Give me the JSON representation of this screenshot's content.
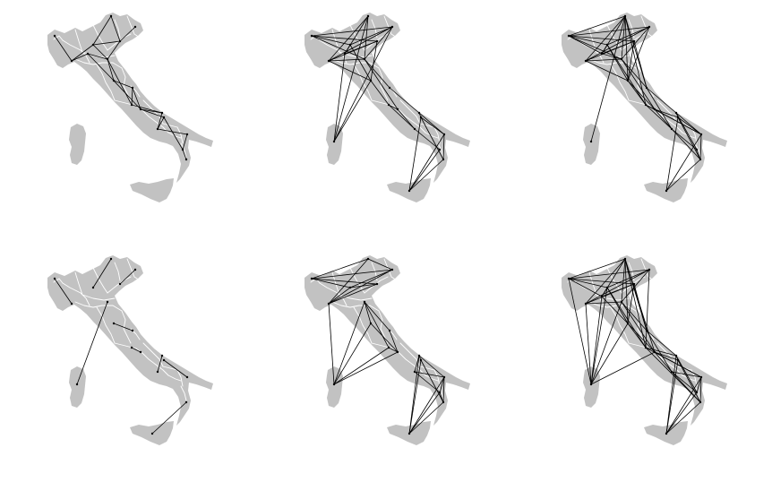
{
  "figure": {
    "background": "#ffffff",
    "map_fill": "#c2c2c2",
    "border_color": "#ffffff",
    "edge_color": "#000000",
    "layout": {
      "rows": 2,
      "cols": 3
    }
  },
  "chart_data": {
    "type": "network-map",
    "description_visible": false,
    "region_nodes": [
      "valle-d-aosta",
      "piemonte",
      "lombardia",
      "trentino-alto-adige",
      "veneto",
      "friuli-venezia-giulia",
      "liguria",
      "emilia-romagna",
      "toscana",
      "umbria",
      "marche",
      "lazio",
      "abruzzo",
      "molise",
      "campania",
      "puglia",
      "basilicata",
      "calabria",
      "sicilia",
      "sardegna"
    ],
    "panels": [
      {
        "row": 1,
        "col": 1,
        "edges": [
          [
            "valle-d-aosta",
            "piemonte"
          ],
          [
            "piemonte",
            "lombardia"
          ],
          [
            "piemonte",
            "liguria"
          ],
          [
            "lombardia",
            "trentino-alto-adige"
          ],
          [
            "lombardia",
            "veneto"
          ],
          [
            "lombardia",
            "emilia-romagna"
          ],
          [
            "trentino-alto-adige",
            "veneto"
          ],
          [
            "veneto",
            "friuli-venezia-giulia"
          ],
          [
            "veneto",
            "emilia-romagna"
          ],
          [
            "liguria",
            "emilia-romagna"
          ],
          [
            "liguria",
            "toscana"
          ],
          [
            "emilia-romagna",
            "toscana"
          ],
          [
            "emilia-romagna",
            "marche"
          ],
          [
            "toscana",
            "umbria"
          ],
          [
            "toscana",
            "lazio"
          ],
          [
            "umbria",
            "marche"
          ],
          [
            "umbria",
            "lazio"
          ],
          [
            "marche",
            "abruzzo"
          ],
          [
            "lazio",
            "abruzzo"
          ],
          [
            "lazio",
            "campania"
          ],
          [
            "abruzzo",
            "molise"
          ],
          [
            "molise",
            "campania"
          ],
          [
            "molise",
            "puglia"
          ],
          [
            "campania",
            "basilicata"
          ],
          [
            "puglia",
            "basilicata"
          ],
          [
            "basilicata",
            "calabria"
          ]
        ]
      },
      {
        "row": 1,
        "col": 2,
        "edges": [
          [
            "valle-d-aosta",
            "lombardia"
          ],
          [
            "valle-d-aosta",
            "veneto"
          ],
          [
            "valle-d-aosta",
            "friuli-venezia-giulia"
          ],
          [
            "valle-d-aosta",
            "emilia-romagna"
          ],
          [
            "piemonte",
            "trentino-alto-adige"
          ],
          [
            "piemonte",
            "veneto"
          ],
          [
            "piemonte",
            "friuli-venezia-giulia"
          ],
          [
            "piemonte",
            "emilia-romagna"
          ],
          [
            "piemonte",
            "toscana"
          ],
          [
            "lombardia",
            "friuli-venezia-giulia"
          ],
          [
            "lombardia",
            "liguria"
          ],
          [
            "lombardia",
            "toscana"
          ],
          [
            "trentino-alto-adige",
            "liguria"
          ],
          [
            "trentino-alto-adige",
            "emilia-romagna"
          ],
          [
            "trentino-alto-adige",
            "sardegna"
          ],
          [
            "veneto",
            "liguria"
          ],
          [
            "veneto",
            "toscana"
          ],
          [
            "friuli-venezia-giulia",
            "emilia-romagna"
          ],
          [
            "friuli-venezia-giulia",
            "sardegna"
          ],
          [
            "liguria",
            "sardegna"
          ],
          [
            "emilia-romagna",
            "umbria"
          ],
          [
            "emilia-romagna",
            "lazio"
          ],
          [
            "toscana",
            "marche"
          ],
          [
            "toscana",
            "sardegna"
          ],
          [
            "umbria",
            "abruzzo"
          ],
          [
            "marche",
            "lazio"
          ],
          [
            "marche",
            "molise"
          ],
          [
            "lazio",
            "molise"
          ],
          [
            "abruzzo",
            "campania"
          ],
          [
            "abruzzo",
            "puglia"
          ],
          [
            "molise",
            "basilicata"
          ],
          [
            "campania",
            "puglia"
          ],
          [
            "campania",
            "calabria"
          ],
          [
            "campania",
            "sicilia"
          ],
          [
            "puglia",
            "calabria"
          ],
          [
            "puglia",
            "sicilia"
          ],
          [
            "basilicata",
            "sicilia"
          ],
          [
            "calabria",
            "sicilia"
          ]
        ]
      },
      {
        "row": 1,
        "col": 3,
        "edges": [
          [
            "valle-d-aosta",
            "lombardia"
          ],
          [
            "valle-d-aosta",
            "trentino-alto-adige"
          ],
          [
            "valle-d-aosta",
            "veneto"
          ],
          [
            "valle-d-aosta",
            "friuli-venezia-giulia"
          ],
          [
            "valle-d-aosta",
            "liguria"
          ],
          [
            "valle-d-aosta",
            "emilia-romagna"
          ],
          [
            "piemonte",
            "trentino-alto-adige"
          ],
          [
            "piemonte",
            "veneto"
          ],
          [
            "piemonte",
            "friuli-venezia-giulia"
          ],
          [
            "piemonte",
            "emilia-romagna"
          ],
          [
            "piemonte",
            "toscana"
          ],
          [
            "lombardia",
            "friuli-venezia-giulia"
          ],
          [
            "lombardia",
            "liguria"
          ],
          [
            "lombardia",
            "toscana"
          ],
          [
            "lombardia",
            "marche"
          ],
          [
            "trentino-alto-adige",
            "liguria"
          ],
          [
            "trentino-alto-adige",
            "emilia-romagna"
          ],
          [
            "trentino-alto-adige",
            "toscana"
          ],
          [
            "trentino-alto-adige",
            "umbria"
          ],
          [
            "trentino-alto-adige",
            "marche"
          ],
          [
            "trentino-alto-adige",
            "sardegna"
          ],
          [
            "veneto",
            "liguria"
          ],
          [
            "veneto",
            "toscana"
          ],
          [
            "veneto",
            "umbria"
          ],
          [
            "friuli-venezia-giulia",
            "emilia-romagna"
          ],
          [
            "friuli-venezia-giulia",
            "toscana"
          ],
          [
            "liguria",
            "emilia-romagna"
          ],
          [
            "emilia-romagna",
            "umbria"
          ],
          [
            "emilia-romagna",
            "lazio"
          ],
          [
            "toscana",
            "marche"
          ],
          [
            "toscana",
            "lazio"
          ],
          [
            "umbria",
            "abruzzo"
          ],
          [
            "umbria",
            "molise"
          ],
          [
            "marche",
            "lazio"
          ],
          [
            "marche",
            "molise"
          ],
          [
            "marche",
            "puglia"
          ],
          [
            "lazio",
            "molise"
          ],
          [
            "lazio",
            "campania"
          ],
          [
            "lazio",
            "puglia"
          ],
          [
            "abruzzo",
            "campania"
          ],
          [
            "abruzzo",
            "puglia"
          ],
          [
            "abruzzo",
            "basilicata"
          ],
          [
            "molise",
            "basilicata"
          ],
          [
            "molise",
            "calabria"
          ],
          [
            "campania",
            "puglia"
          ],
          [
            "campania",
            "calabria"
          ],
          [
            "campania",
            "sicilia"
          ],
          [
            "puglia",
            "calabria"
          ],
          [
            "puglia",
            "sicilia"
          ],
          [
            "basilicata",
            "calabria"
          ],
          [
            "calabria",
            "sicilia"
          ]
        ]
      },
      {
        "row": 2,
        "col": 1,
        "edges": [
          [
            "valle-d-aosta",
            "piemonte"
          ],
          [
            "lombardia",
            "trentino-alto-adige"
          ],
          [
            "veneto",
            "friuli-venezia-giulia"
          ],
          [
            "emilia-romagna",
            "sardegna"
          ],
          [
            "toscana",
            "umbria"
          ],
          [
            "marche",
            "lazio"
          ],
          [
            "abruzzo",
            "molise"
          ],
          [
            "puglia",
            "campania"
          ],
          [
            "calabria",
            "sicilia"
          ]
        ]
      },
      {
        "row": 2,
        "col": 2,
        "edges": [
          [
            "valle-d-aosta",
            "lombardia"
          ],
          [
            "valle-d-aosta",
            "trentino-alto-adige"
          ],
          [
            "valle-d-aosta",
            "veneto"
          ],
          [
            "valle-d-aosta",
            "friuli-venezia-giulia"
          ],
          [
            "piemonte",
            "lombardia"
          ],
          [
            "piemonte",
            "trentino-alto-adige"
          ],
          [
            "piemonte",
            "veneto"
          ],
          [
            "piemonte",
            "friuli-venezia-giulia"
          ],
          [
            "piemonte",
            "sardegna"
          ],
          [
            "lombardia",
            "veneto"
          ],
          [
            "lombardia",
            "friuli-venezia-giulia"
          ],
          [
            "trentino-alto-adige",
            "friuli-venezia-giulia"
          ],
          [
            "emilia-romagna",
            "toscana"
          ],
          [
            "emilia-romagna",
            "umbria"
          ],
          [
            "emilia-romagna",
            "marche"
          ],
          [
            "emilia-romagna",
            "sardegna"
          ],
          [
            "toscana",
            "lazio"
          ],
          [
            "toscana",
            "sardegna"
          ],
          [
            "umbria",
            "lazio"
          ],
          [
            "marche",
            "lazio"
          ],
          [
            "marche",
            "sardegna"
          ],
          [
            "lazio",
            "sardegna"
          ],
          [
            "abruzzo",
            "molise"
          ],
          [
            "abruzzo",
            "campania"
          ],
          [
            "abruzzo",
            "puglia"
          ],
          [
            "abruzzo",
            "sicilia"
          ],
          [
            "molise",
            "puglia"
          ],
          [
            "molise",
            "basilicata"
          ],
          [
            "campania",
            "calabria"
          ],
          [
            "campania",
            "sicilia"
          ],
          [
            "puglia",
            "basilicata"
          ],
          [
            "puglia",
            "calabria"
          ],
          [
            "puglia",
            "sicilia"
          ],
          [
            "basilicata",
            "calabria"
          ],
          [
            "basilicata",
            "sicilia"
          ],
          [
            "calabria",
            "sicilia"
          ]
        ]
      },
      {
        "row": 2,
        "col": 3,
        "edges": [
          [
            "valle-d-aosta",
            "lombardia"
          ],
          [
            "valle-d-aosta",
            "trentino-alto-adige"
          ],
          [
            "valle-d-aosta",
            "veneto"
          ],
          [
            "valle-d-aosta",
            "friuli-venezia-giulia"
          ],
          [
            "valle-d-aosta",
            "liguria"
          ],
          [
            "valle-d-aosta",
            "sardegna"
          ],
          [
            "piemonte",
            "trentino-alto-adige"
          ],
          [
            "piemonte",
            "veneto"
          ],
          [
            "piemonte",
            "friuli-venezia-giulia"
          ],
          [
            "piemonte",
            "emilia-romagna"
          ],
          [
            "piemonte",
            "sardegna"
          ],
          [
            "lombardia",
            "friuli-venezia-giulia"
          ],
          [
            "lombardia",
            "liguria"
          ],
          [
            "lombardia",
            "toscana"
          ],
          [
            "lombardia",
            "marche"
          ],
          [
            "lombardia",
            "sardegna"
          ],
          [
            "trentino-alto-adige",
            "liguria"
          ],
          [
            "trentino-alto-adige",
            "emilia-romagna"
          ],
          [
            "trentino-alto-adige",
            "toscana"
          ],
          [
            "trentino-alto-adige",
            "umbria"
          ],
          [
            "trentino-alto-adige",
            "marche"
          ],
          [
            "trentino-alto-adige",
            "lazio"
          ],
          [
            "veneto",
            "liguria"
          ],
          [
            "veneto",
            "toscana"
          ],
          [
            "veneto",
            "umbria"
          ],
          [
            "friuli-venezia-giulia",
            "emilia-romagna"
          ],
          [
            "friuli-venezia-giulia",
            "marche"
          ],
          [
            "liguria",
            "toscana"
          ],
          [
            "liguria",
            "sardegna"
          ],
          [
            "emilia-romagna",
            "umbria"
          ],
          [
            "emilia-romagna",
            "lazio"
          ],
          [
            "emilia-romagna",
            "sardegna"
          ],
          [
            "toscana",
            "marche"
          ],
          [
            "toscana",
            "lazio"
          ],
          [
            "toscana",
            "sardegna"
          ],
          [
            "umbria",
            "abruzzo"
          ],
          [
            "umbria",
            "molise"
          ],
          [
            "marche",
            "abruzzo"
          ],
          [
            "marche",
            "puglia"
          ],
          [
            "marche",
            "calabria"
          ],
          [
            "lazio",
            "molise"
          ],
          [
            "lazio",
            "campania"
          ],
          [
            "lazio",
            "puglia"
          ],
          [
            "lazio",
            "sardegna"
          ],
          [
            "abruzzo",
            "campania"
          ],
          [
            "abruzzo",
            "basilicata"
          ],
          [
            "abruzzo",
            "sicilia"
          ],
          [
            "molise",
            "puglia"
          ],
          [
            "molise",
            "basilicata"
          ],
          [
            "molise",
            "calabria"
          ],
          [
            "campania",
            "calabria"
          ],
          [
            "campania",
            "sicilia"
          ],
          [
            "puglia",
            "basilicata"
          ],
          [
            "puglia",
            "calabria"
          ],
          [
            "puglia",
            "sicilia"
          ],
          [
            "basilicata",
            "sicilia"
          ],
          [
            "calabria",
            "sicilia"
          ]
        ]
      }
    ]
  }
}
